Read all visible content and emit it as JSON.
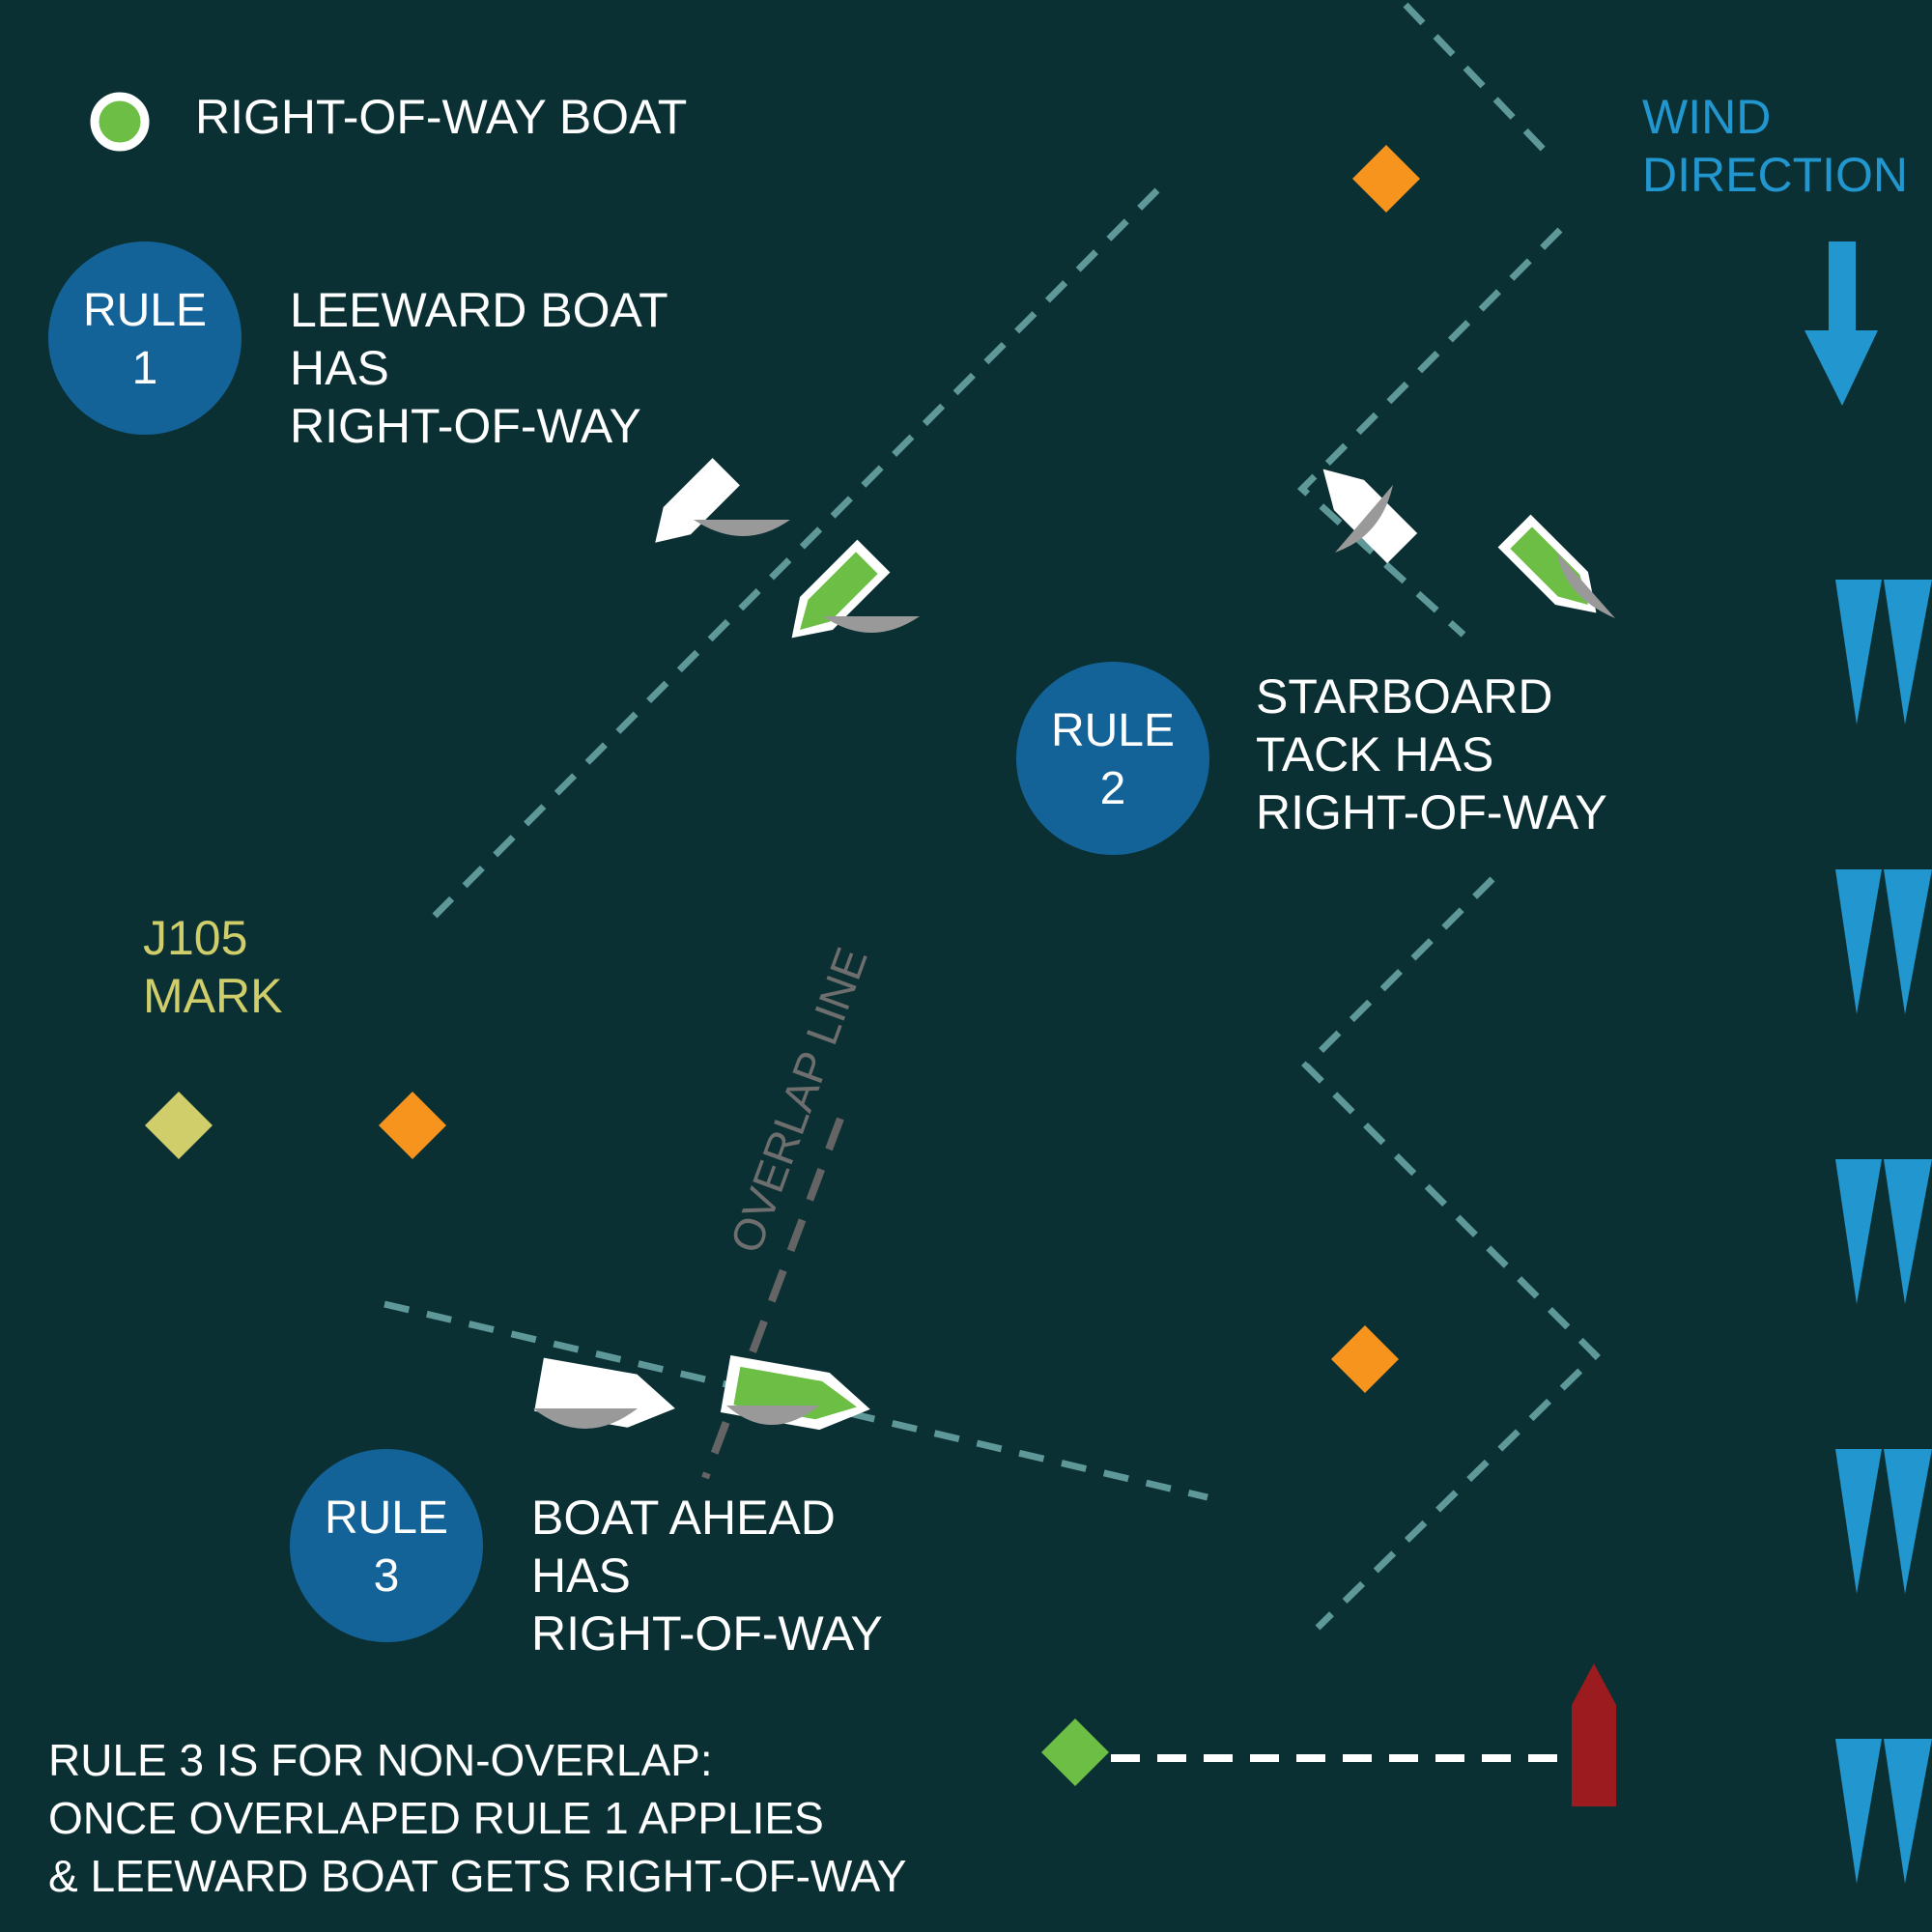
{
  "legend": {
    "label": "RIGHT-OF-WAY BOAT",
    "marker_color": "#6cbe45"
  },
  "wind": {
    "line1": "WIND",
    "line2": "DIRECTION",
    "color": "#2196cf",
    "icon": "arrow-down-icon"
  },
  "rules": [
    {
      "badge_line1": "RULE",
      "badge_line2": "1",
      "desc": [
        "LEEWARD BOAT",
        "HAS",
        "RIGHT-OF-WAY"
      ]
    },
    {
      "badge_line1": "RULE",
      "badge_line2": "2",
      "desc": [
        "STARBOARD",
        "TACK HAS",
        "RIGHT-OF-WAY"
      ]
    },
    {
      "badge_line1": "RULE",
      "badge_line2": "3",
      "desc": [
        "BOAT AHEAD",
        "HAS",
        "RIGHT-OF-WAY"
      ]
    }
  ],
  "mark": {
    "line1": "J105",
    "line2": "MARK",
    "color": "#cfce6b"
  },
  "overlap_label": "OVERLAP LINE",
  "footnote": [
    "RULE 3 IS FOR NON-OVERLAP:",
    "ONCE OVERLAPED RULE 1 APPLIES",
    "& LEEWARD BOAT GETS RIGHT-OF-WAY"
  ],
  "colors": {
    "background": "#0b3033",
    "badge": "#136399",
    "buoy": "#f7941d",
    "pin": "#6cbe45",
    "committee_boat": "#9b1b1e",
    "course_line": "#5e9898"
  }
}
